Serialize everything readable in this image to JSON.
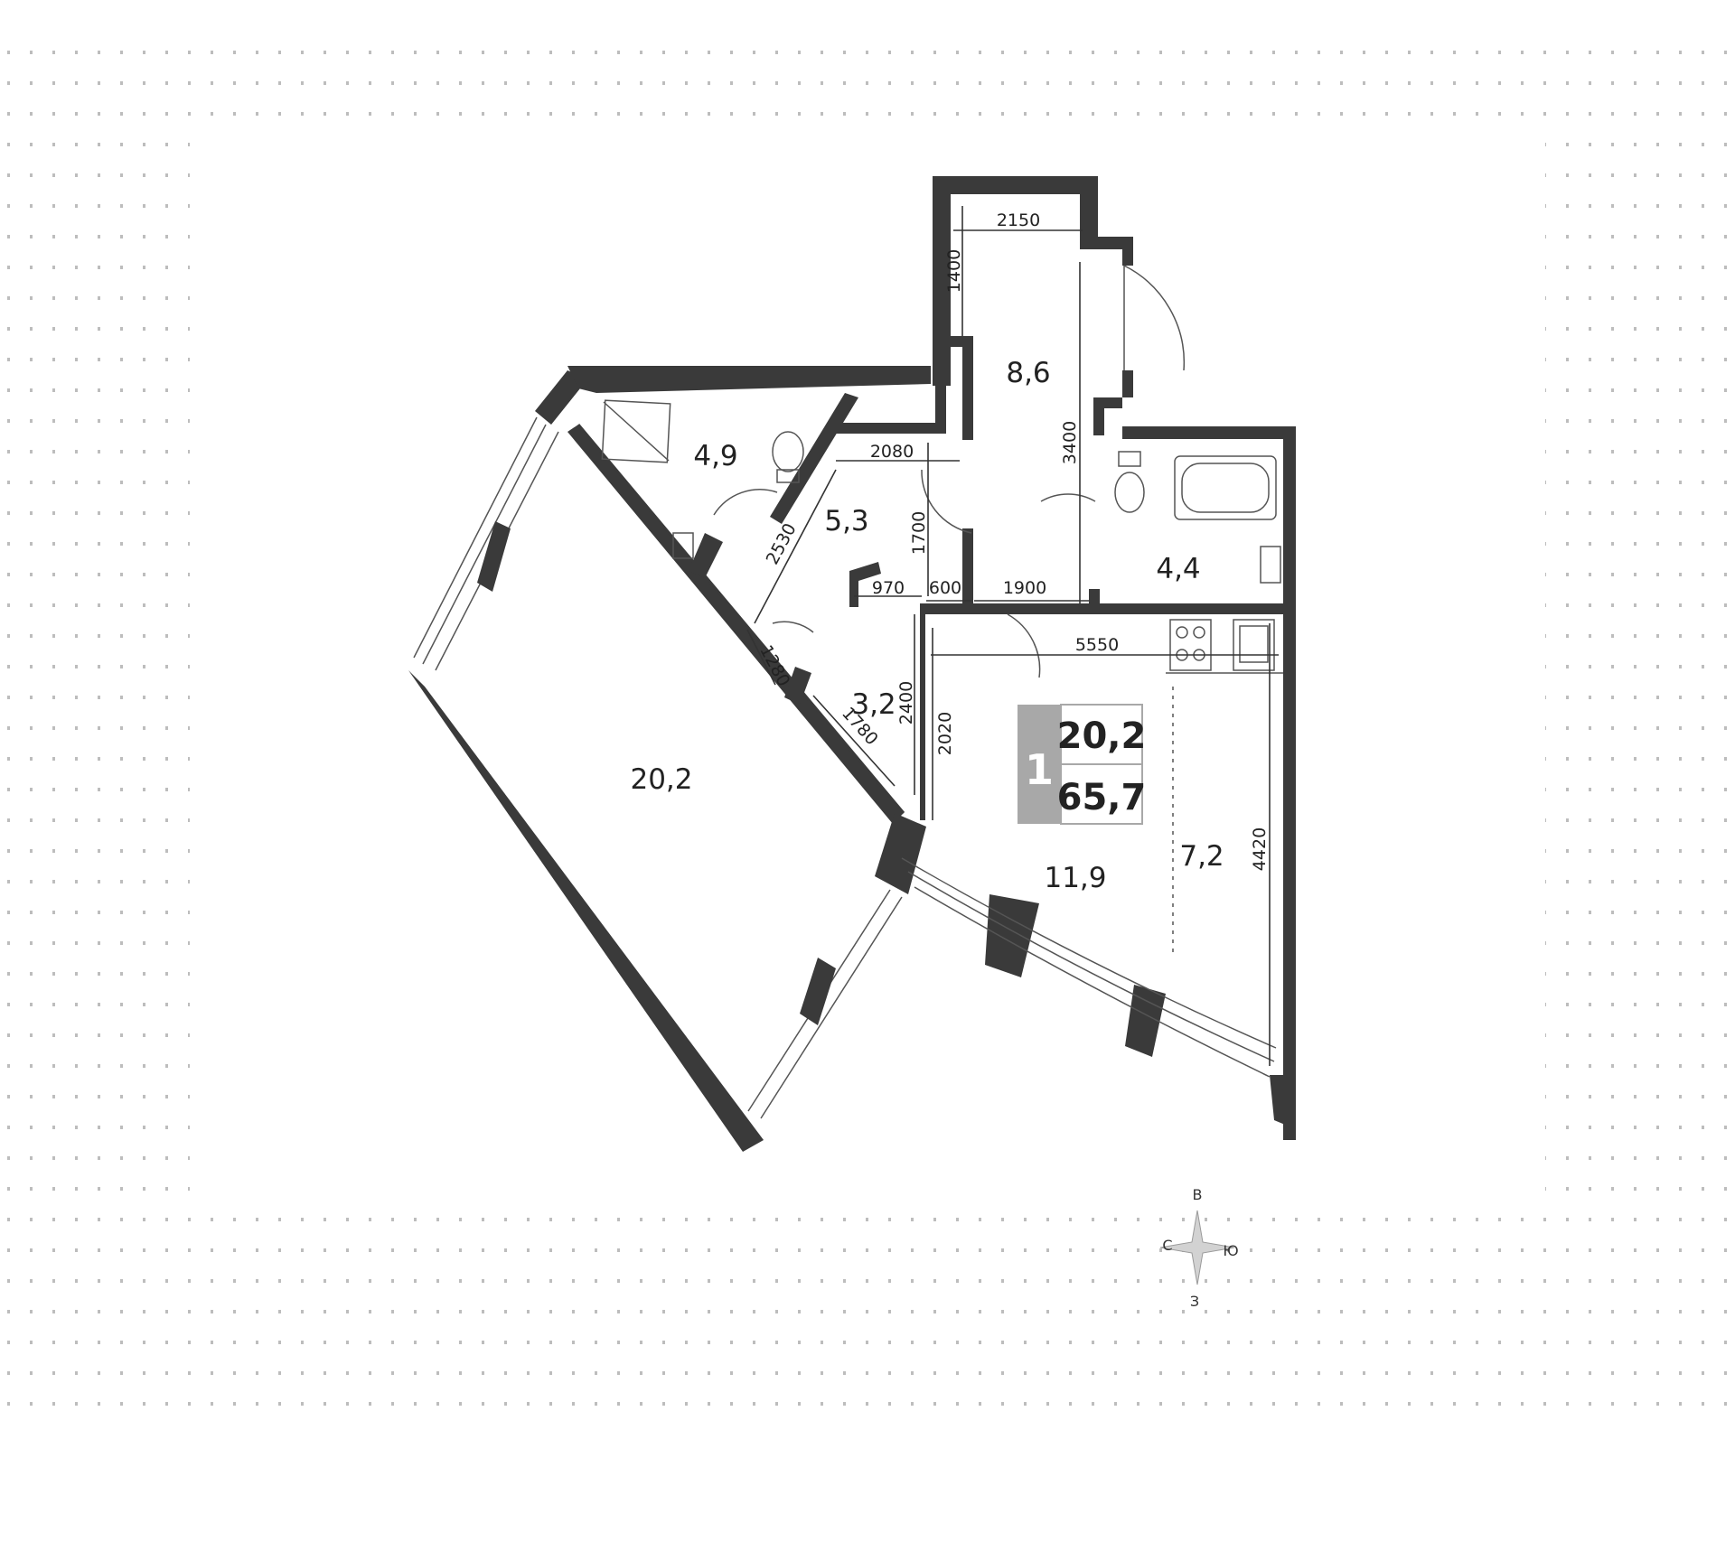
{
  "rooms": {
    "living": "20,2",
    "bathroom_a": "4,9",
    "corridor": "5,3",
    "hall": "8,6",
    "bathroom_b": "4,4",
    "closet": "3,2",
    "kitchen": "11,9",
    "dining": "7,2"
  },
  "dimensions": {
    "d2150": "2150",
    "d1400": "1400",
    "d3400": "3400",
    "d2080": "2080",
    "d1700": "1700",
    "d2530": "2530",
    "d970": "970",
    "d600": "600",
    "d1900": "1900",
    "d5550": "5550",
    "d1280": "1280",
    "d1780": "1780",
    "d2400": "2400",
    "d2020": "2020",
    "d4420": "4420"
  },
  "badge": {
    "rooms_count": "1",
    "living_area": "20,2",
    "total_area": "65,7",
    "accent": "#a8a8a8"
  },
  "compass": {
    "top": "В",
    "left": "С",
    "right": "Ю",
    "bottom": "З"
  },
  "colors": {
    "wall": "#3a3a3a",
    "dot_grid": "#bdbdbd"
  }
}
